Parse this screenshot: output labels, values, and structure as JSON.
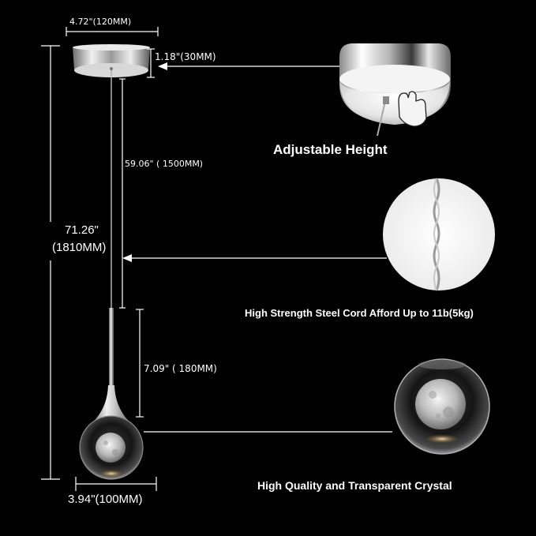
{
  "dimensions": {
    "canopy_width": "4.72\"(120MM)",
    "canopy_height": "1.18\"(30MM)",
    "cord_length": "59.06\" ( 1500MM)",
    "total_height_in": "71.26\"",
    "total_height_mm": "(1810MM)",
    "lamp_height": "7.09\" ( 180MM)",
    "globe_width": "3.94\"(100MM)"
  },
  "features": {
    "adjustable": "Adjustable Height",
    "cord": "High Strength Steel Cord Afford Up to 11b(5kg)",
    "crystal": "High Quality and Transparent Crystal"
  },
  "colors": {
    "background": "#000000",
    "text": "#ffffff",
    "chrome": "#c8c8c8",
    "dimension_line": "#ffffff"
  }
}
